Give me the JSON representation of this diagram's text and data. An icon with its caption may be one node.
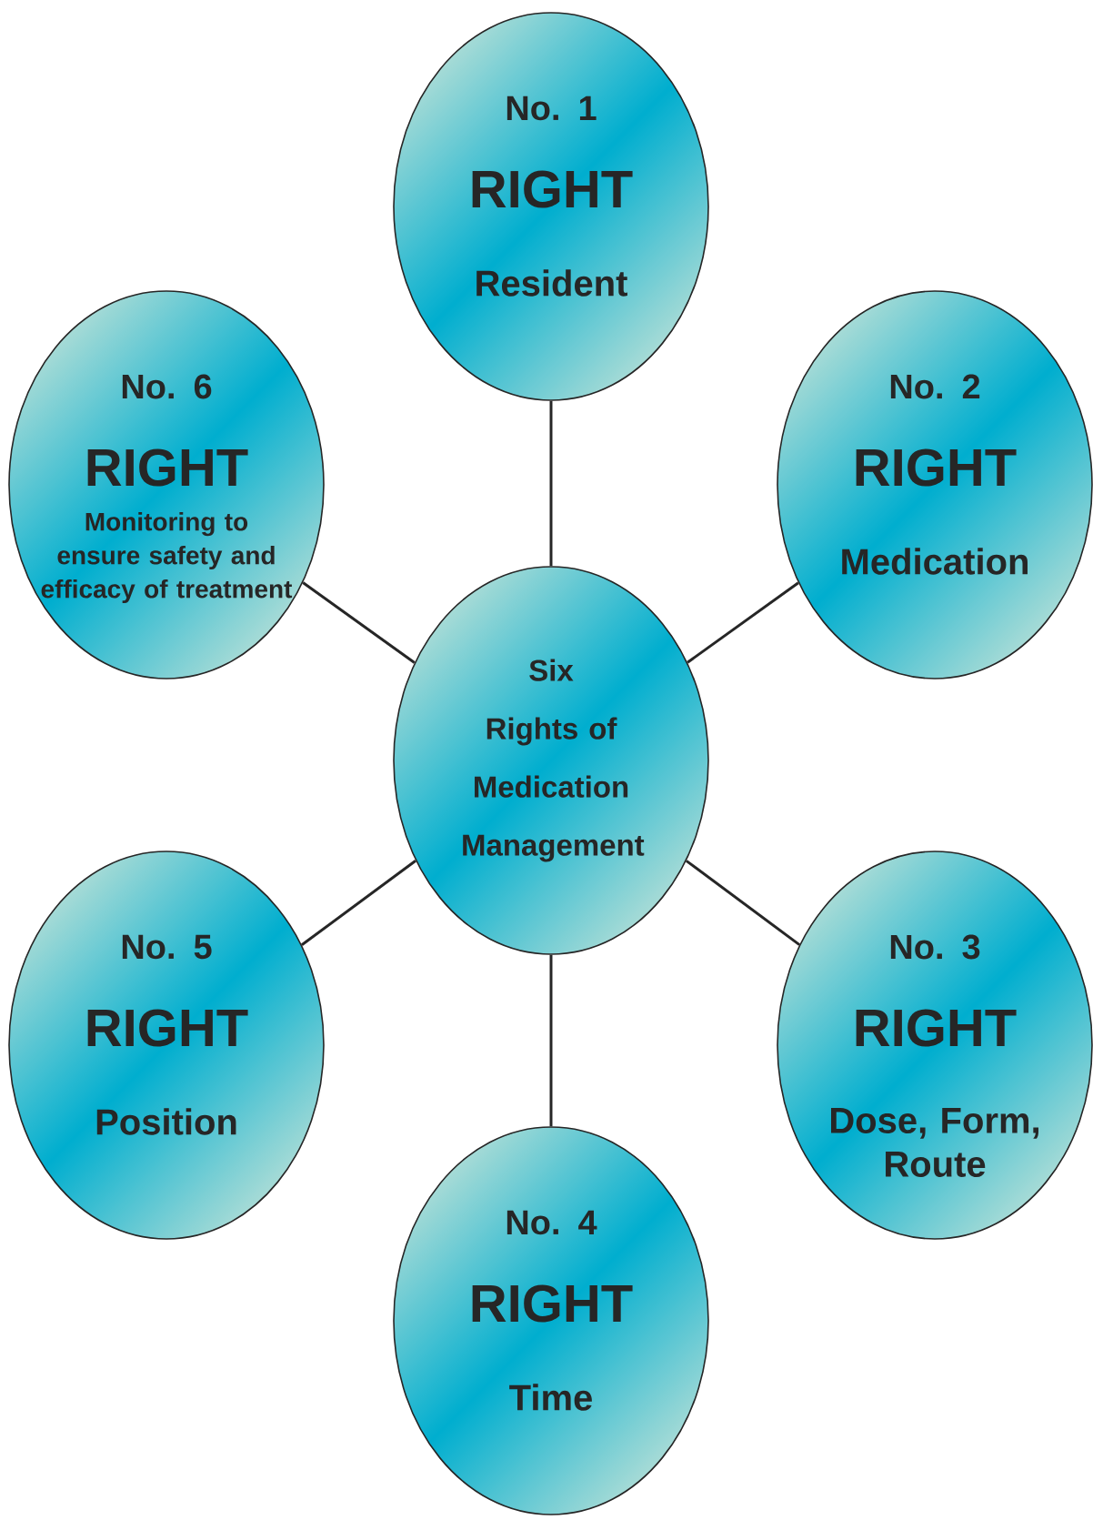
{
  "diagram": {
    "nodes": [
      {
        "text": [
          "No. 1",
          "RIGHT",
          "Resident"
        ]
      },
      {
        "text": [
          "No. 6",
          "RIGHT",
          "Monitoring to ensure safety and efficacy of treatment"
        ]
      },
      {
        "text": [
          "No. 2",
          "RIGHT",
          "Medication"
        ]
      },
      {
        "text": [
          "Six Rights of Medication Management"
        ]
      },
      {
        "text": [
          "No. 5",
          "RIGHT",
          "Position"
        ]
      },
      {
        "text": [
          "No. 3",
          "RIGHT",
          "Dose, Form, Route"
        ]
      },
      {
        "text": [
          "No. 4",
          "RIGHT",
          "Time"
        ]
      }
    ],
    "edges": [
      {
        "from": 3,
        "to": 0,
        "arrow": "none"
      },
      {
        "from": 3,
        "to": 2,
        "arrow": "none"
      },
      {
        "from": 3,
        "to": 5,
        "arrow": "none"
      },
      {
        "from": 3,
        "to": 6,
        "arrow": "none"
      },
      {
        "from": 3,
        "to": 4,
        "arrow": "none"
      },
      {
        "from": 3,
        "to": 1,
        "arrow": "none"
      }
    ]
  }
}
